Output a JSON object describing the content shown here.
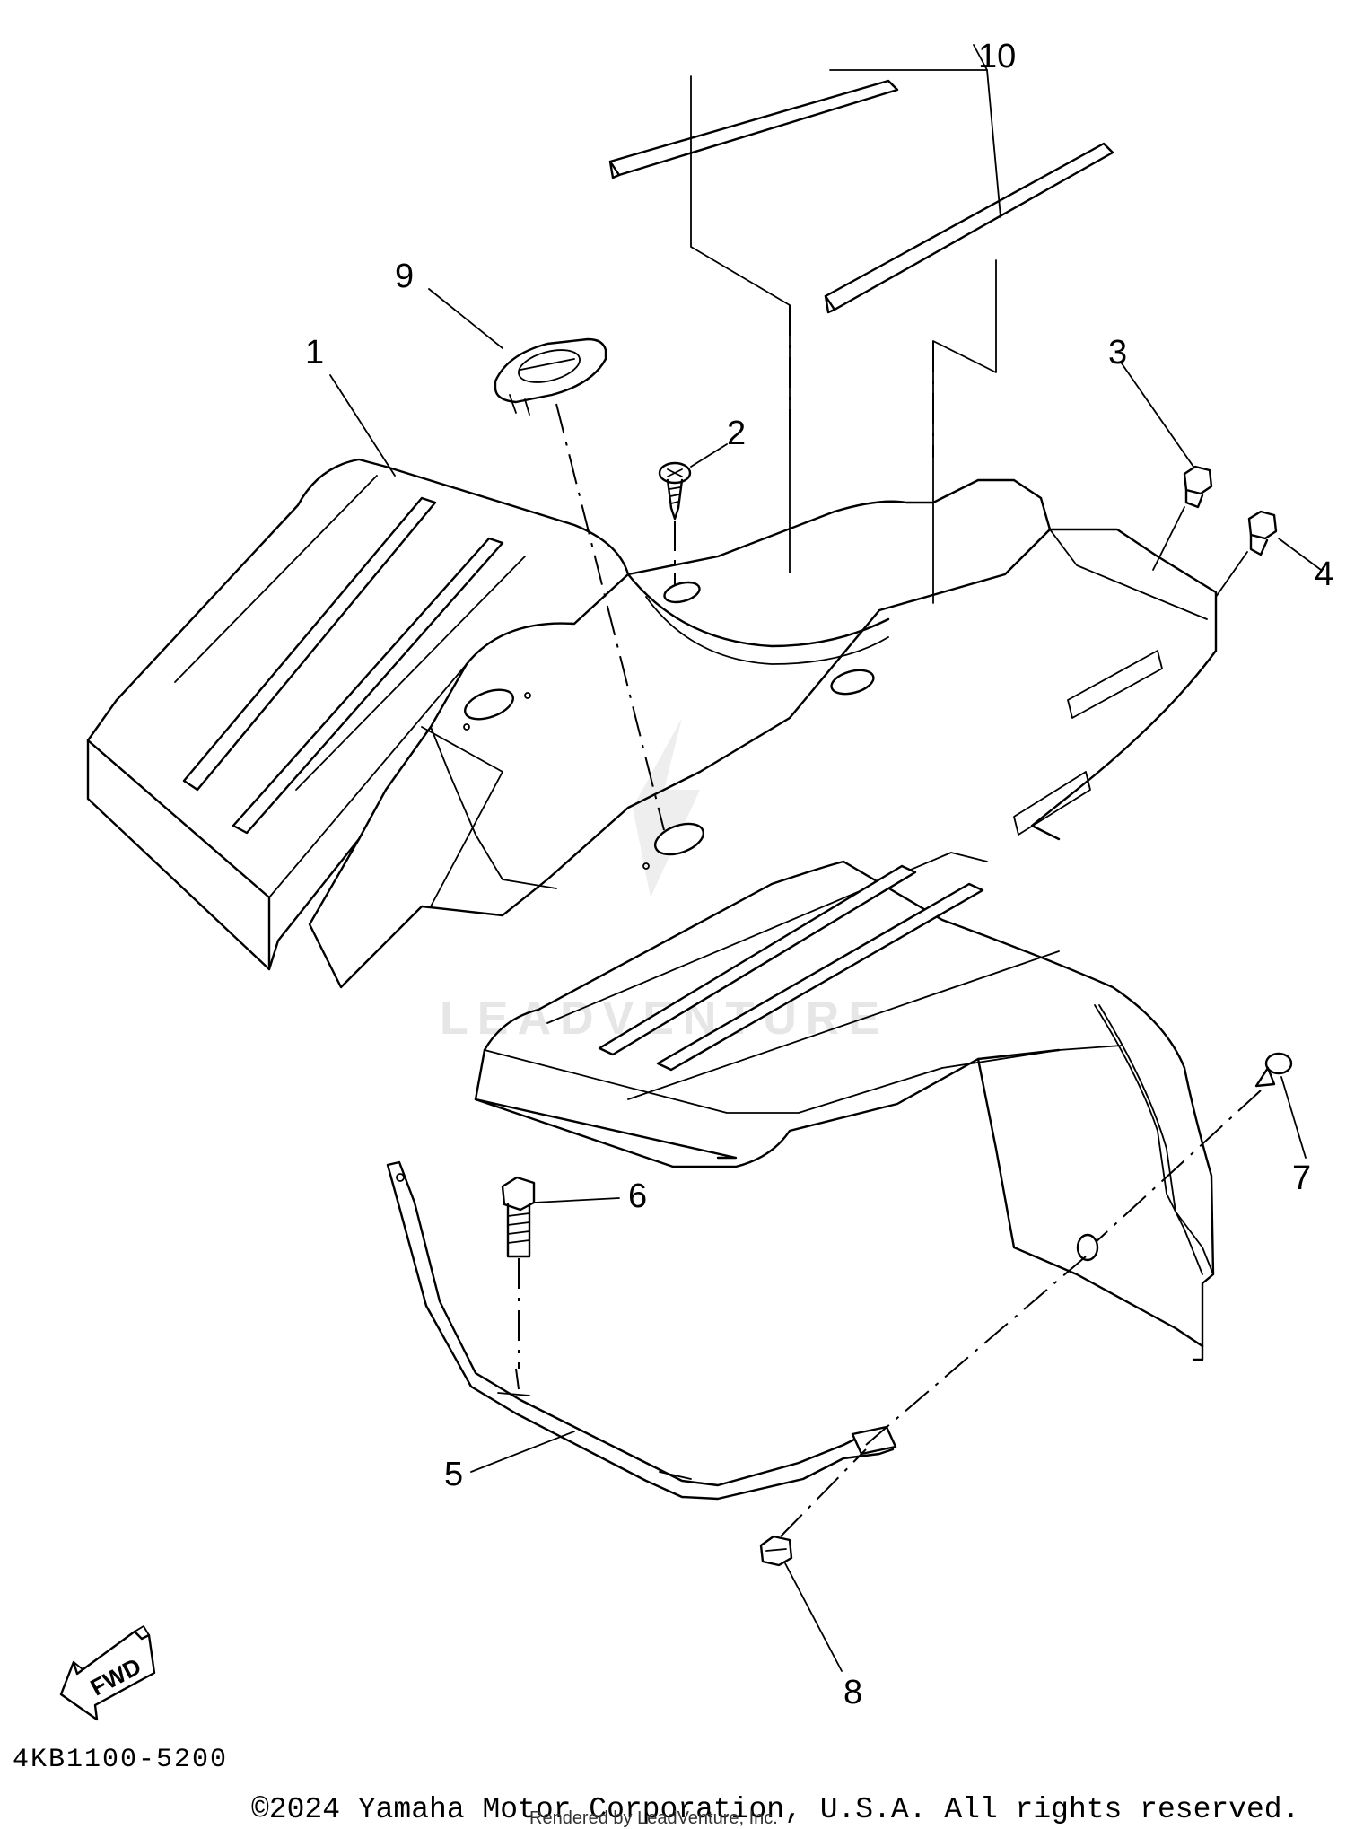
{
  "watermark": "LEADVENTURE",
  "callouts": [
    {
      "id": "1",
      "label": "1"
    },
    {
      "id": "2",
      "label": "2"
    },
    {
      "id": "3",
      "label": "3"
    },
    {
      "id": "4",
      "label": "4"
    },
    {
      "id": "5",
      "label": "5"
    },
    {
      "id": "6",
      "label": "6"
    },
    {
      "id": "7",
      "label": "7"
    },
    {
      "id": "8",
      "label": "8"
    },
    {
      "id": "9",
      "label": "9"
    },
    {
      "id": "10",
      "label": "10"
    }
  ],
  "fwd_label": "FWD",
  "diagram_code": "4KB1100-5200",
  "copyright": "©2024 Yamaha Motor Corporation, U.S.A. All rights reserved.",
  "rendered_by": "Rendered by LeadVenture, Inc."
}
